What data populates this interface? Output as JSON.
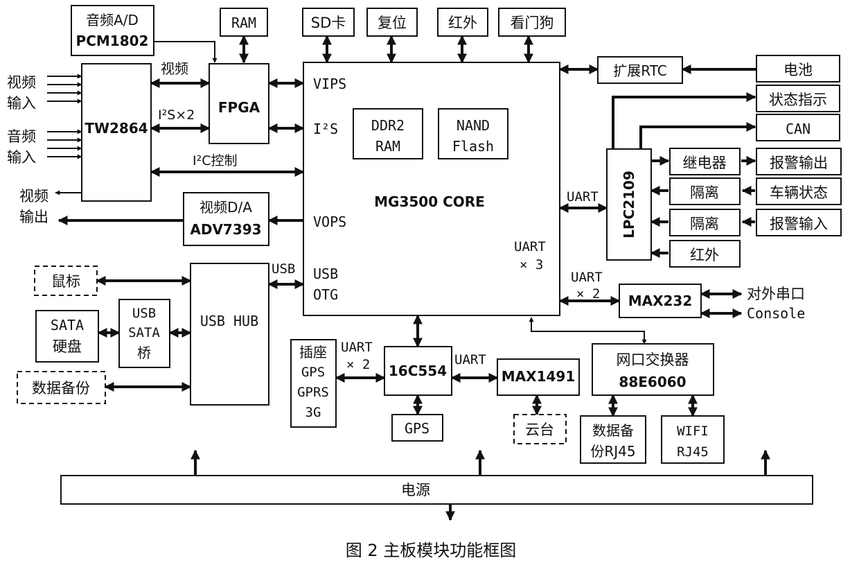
{
  "blocks": {
    "audio_ad": [
      "音频A/D",
      "PCM1802"
    ],
    "ram_top": "RAM",
    "sd": "SD卡",
    "reset": "复位",
    "ir_top": "红外",
    "watchdog": "看门狗",
    "tw2864": "TW2864",
    "fpga": "FPGA",
    "ddr2": [
      "DDR2",
      "RAM"
    ],
    "nand": [
      "NAND",
      "Flash"
    ],
    "core": "MG3500 CORE",
    "ext_rtc": "扩展RTC",
    "battery": "电池",
    "status_led": "状态指示",
    "can": "CAN",
    "lpc": "LPC2109",
    "relay": "继电器",
    "alarm_out": "报警输出",
    "iso1": "隔离",
    "vehicle_status": "车辆状态",
    "iso2": "隔离",
    "alarm_in": "报警输入",
    "ir_right": "红外",
    "video_da": [
      "视频D/A",
      "ADV7393"
    ],
    "mouse": "鼠标",
    "sata_disk": [
      "SATA",
      "硬盘"
    ],
    "usb_sata": [
      "USB",
      "SATA",
      "桥"
    ],
    "usb_hub": "USB HUB",
    "data_backup": "数据备份",
    "socket": [
      "插座",
      "GPS",
      "GPRS",
      "3G"
    ],
    "uart_chip": "16C554",
    "max1491": "MAX1491",
    "max232": "MAX232",
    "gps": "GPS",
    "ptz": "云台",
    "net_switch": [
      "网口交换器",
      "88E6060"
    ],
    "backup_rj45": [
      "数据备",
      "份RJ45"
    ],
    "wifi_rj45": [
      "WIFI",
      "RJ45"
    ],
    "power": "电源"
  },
  "labels": {
    "video_in": [
      "视频",
      "输入"
    ],
    "audio_in": [
      "音频",
      "输入"
    ],
    "video_out": [
      "视频",
      "输出"
    ],
    "video": "视频",
    "i2s_x2": "I²S×2",
    "i2c_ctrl": "I²C控制",
    "vips": "VIPS",
    "i2s": "I²S",
    "vops": "VOPS",
    "usb_otg": [
      "USB",
      "OTG"
    ],
    "usb": "USB",
    "uart_right": "UART",
    "uart_x3": [
      "UART",
      "× 3"
    ],
    "uart_x2_right": [
      "UART",
      "× 2"
    ],
    "uart_x2_left": [
      "UART",
      "× 2"
    ],
    "uart_mid": "UART",
    "serial_out": "对外串口",
    "console": "Console"
  },
  "caption": "图 2  主板模块功能框图"
}
